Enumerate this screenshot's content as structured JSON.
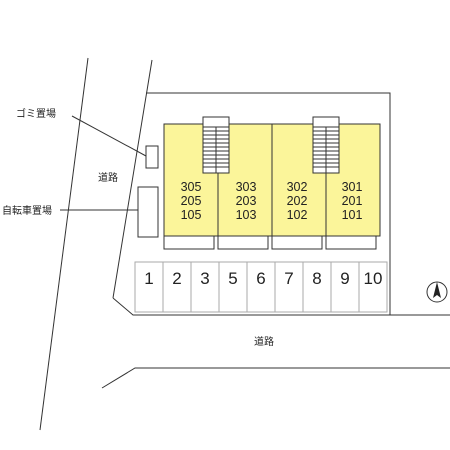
{
  "labels": {
    "garbage": "ゴミ置場",
    "bicycle": "自転車置場",
    "road_left": "道路",
    "road_bottom": "道路"
  },
  "units": [
    [
      "305",
      "205",
      "105"
    ],
    [
      "303",
      "203",
      "103"
    ],
    [
      "302",
      "202",
      "102"
    ],
    [
      "301",
      "201",
      "101"
    ]
  ],
  "parking": [
    "1",
    "2",
    "3",
    "5",
    "6",
    "7",
    "8",
    "9",
    "10"
  ],
  "colors": {
    "building": "#fbf59a",
    "line": "#333333"
  },
  "compass_icon": "north-arrow-icon"
}
